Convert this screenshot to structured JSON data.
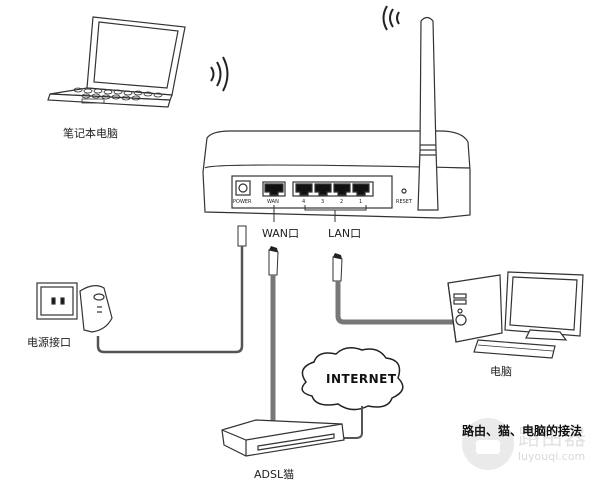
{
  "labels": {
    "laptop": "笔记本电脑",
    "power_outlet": "电源接口",
    "wan_port": "WAN口",
    "lan_port": "LAN口",
    "desktop": "电脑",
    "modem": "ADSL猫",
    "internet": "INTERNET",
    "caption": "路由、猫、电脑的接法"
  },
  "router_panel": {
    "power": "POWER",
    "wan": "WAN",
    "lan_ports": [
      "4",
      "3",
      "2",
      "1"
    ],
    "reset": "RESET"
  },
  "watermark": {
    "title": "路由器",
    "url": "luyouqi.com"
  },
  "colors": {
    "line": "#333333",
    "cable": "#888888",
    "background": "#ffffff"
  }
}
